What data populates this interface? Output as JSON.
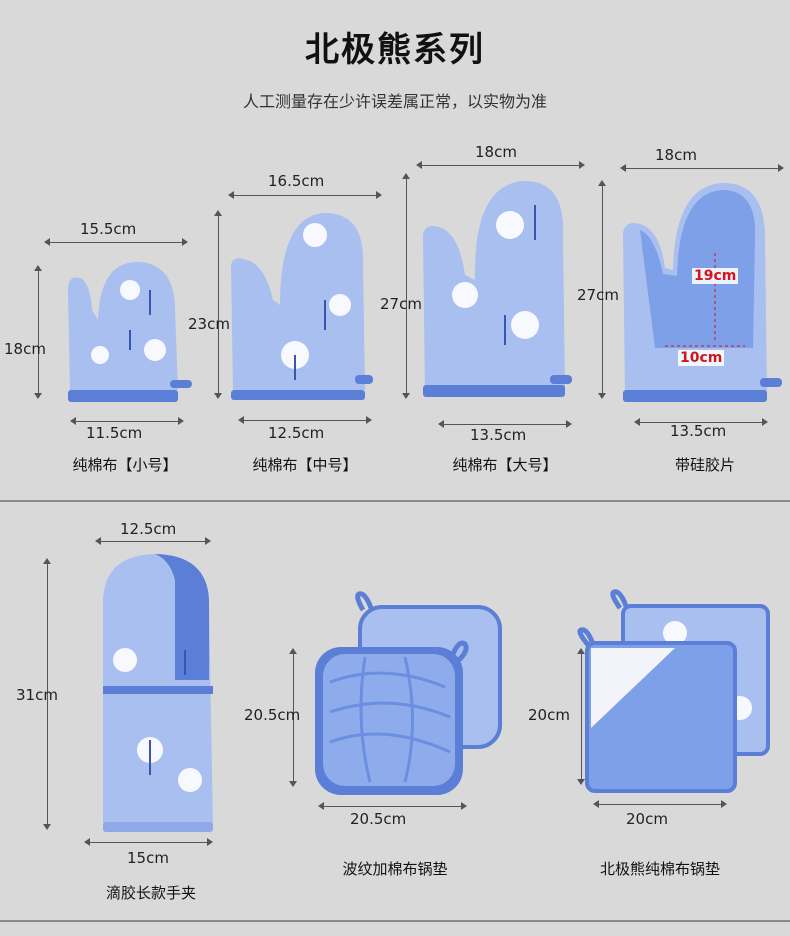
{
  "header": {
    "title": "北极熊系列",
    "subtitle": "人工测量存在少许误差属正常，以实物为准"
  },
  "row1": {
    "small": {
      "width_top": "15.5cm",
      "height": "18cm",
      "width_bottom": "11.5cm",
      "caption": "纯棉布【小号】"
    },
    "medium": {
      "width_top": "16.5cm",
      "height": "23cm",
      "width_bottom": "12.5cm",
      "caption": "纯棉布【中号】"
    },
    "large": {
      "width_top": "18cm",
      "height": "27cm",
      "width_bottom": "13.5cm",
      "caption": "纯棉布【大号】"
    },
    "silicone": {
      "width_top": "18cm",
      "height": "27cm",
      "width_bottom": "13.5cm",
      "inner_height": "19cm",
      "inner_width": "10cm",
      "caption": "带硅胶片"
    }
  },
  "row2": {
    "long_mitt": {
      "width_top": "12.5cm",
      "height": "31cm",
      "width_bottom": "15cm",
      "caption": "滴胶长款手夹"
    },
    "silicone_pad": {
      "height": "20.5cm",
      "width": "20.5cm",
      "caption": "波纹加棉布锅垫"
    },
    "cotton_pad": {
      "height": "20cm",
      "width": "20cm",
      "caption": "北极熊纯棉布锅垫"
    }
  },
  "colors": {
    "fabric": "#a8bff0",
    "trim": "#5b7fd6",
    "silicone": "#7ea0e8",
    "background": "#d9d9d9",
    "accent_red": "#d4141c"
  }
}
